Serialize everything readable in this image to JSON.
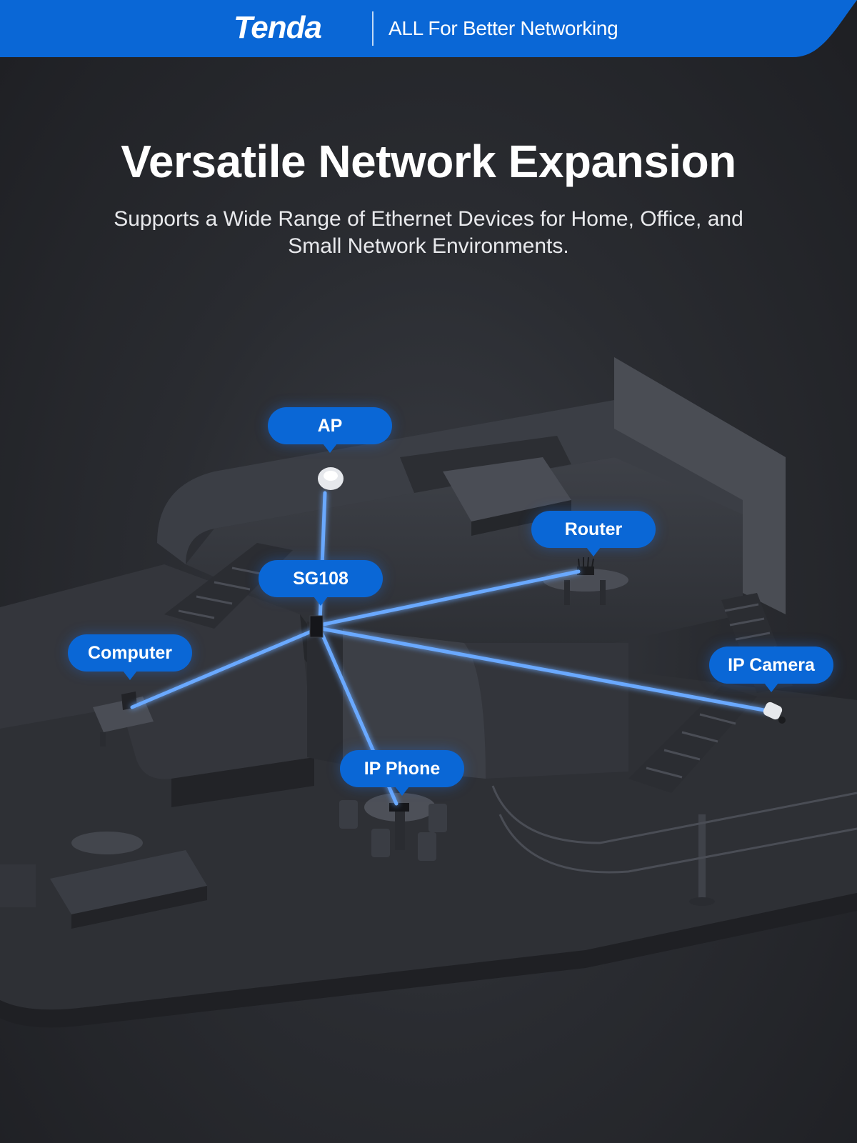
{
  "banner": {
    "brand": "Tenda",
    "tagline": "ALL For Better Networking",
    "color": "#0a67d6"
  },
  "headline": "Versatile Network Expansion",
  "subline": "Supports a Wide Range of Ethernet Devices for Home, Office, and Small Network Environments.",
  "diagram": {
    "hub": "SG108",
    "link_color": "#4f9bff",
    "devices": [
      {
        "id": "ap",
        "label": "AP"
      },
      {
        "id": "router",
        "label": "Router"
      },
      {
        "id": "computer",
        "label": "Computer"
      },
      {
        "id": "ip-camera",
        "label": "IP Camera"
      },
      {
        "id": "ip-phone",
        "label": "IP Phone"
      }
    ]
  }
}
